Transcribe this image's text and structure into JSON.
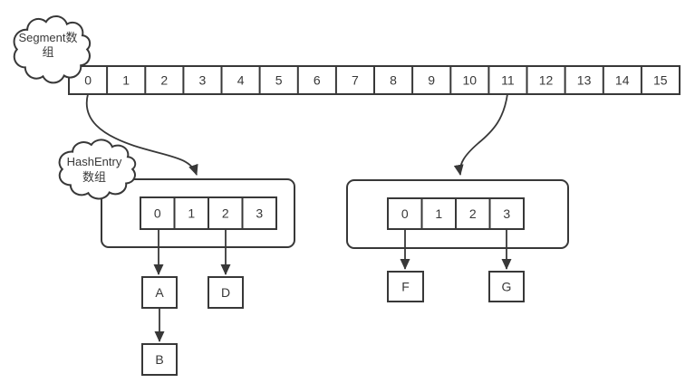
{
  "clouds": {
    "segment": {
      "line1": "Segment数",
      "line2": "组"
    },
    "hashentry": {
      "line1": "HashEntry",
      "line2": "数组"
    }
  },
  "segment_array": {
    "cells": [
      "0",
      "1",
      "2",
      "3",
      "4",
      "5",
      "6",
      "7",
      "8",
      "9",
      "10",
      "11",
      "12",
      "13",
      "14",
      "15"
    ]
  },
  "buckets": {
    "left": {
      "cells": [
        "0",
        "1",
        "2",
        "3"
      ]
    },
    "right": {
      "cells": [
        "0",
        "1",
        "2",
        "3"
      ]
    }
  },
  "nodes": {
    "a": "A",
    "b": "B",
    "d": "D",
    "f": "F",
    "g": "G"
  },
  "links": [
    {
      "from": "segment-cell-0",
      "to": "left-bucket"
    },
    {
      "from": "segment-cell-11",
      "to": "right-bucket"
    },
    {
      "from": "left-bucket-cell-0",
      "to": "A"
    },
    {
      "from": "left-bucket-cell-2",
      "to": "D"
    },
    {
      "from": "A",
      "to": "B"
    },
    {
      "from": "right-bucket-cell-0",
      "to": "F"
    },
    {
      "from": "right-bucket-cell-3",
      "to": "G"
    }
  ],
  "colors": {
    "stroke": "#383838",
    "background": "#ffffff"
  }
}
